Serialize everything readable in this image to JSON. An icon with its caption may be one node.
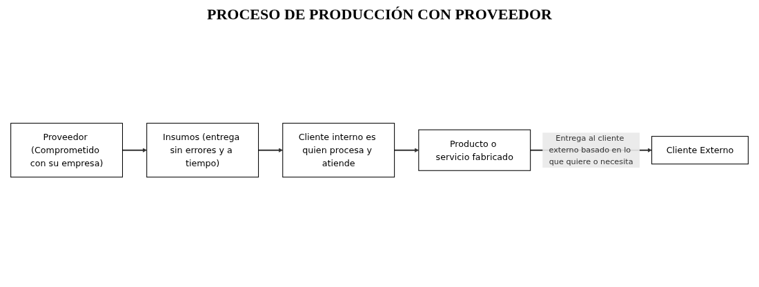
{
  "diagram": {
    "title": "PROCESO DE PRODUCCIÓN CON PROVEEDOR",
    "nodes": [
      {
        "text": [
          "Proveedor (Comprometido con su empresa)"
        ]
      },
      {
        "text": [
          "Insumos (entrega sin errores y a tiempo)"
        ]
      },
      {
        "text": [
          "Cliente interno es quien procesa y atiende"
        ]
      },
      {
        "text": [
          "Producto o servicio fabricado"
        ]
      },
      {
        "text": [
          "Cliente Externo"
        ]
      }
    ],
    "edges": [
      {
        "from": 0,
        "to": 1,
        "arrow": "to"
      },
      {
        "from": 1,
        "to": 2,
        "arrow": "to"
      },
      {
        "from": 2,
        "to": 3,
        "arrow": "to"
      },
      {
        "from": 3,
        "to": 4,
        "arrow": "to",
        "label": "Entrega al cliente externo basado en lo que quiere o necesita"
      }
    ]
  }
}
